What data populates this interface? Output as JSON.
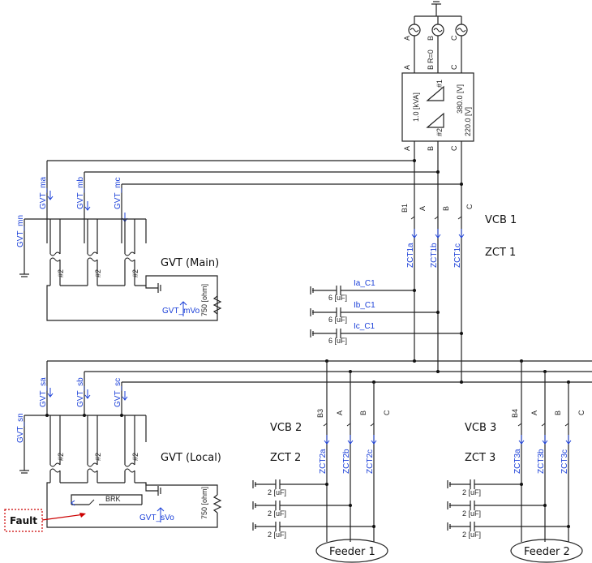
{
  "source": {
    "phase_a": "A",
    "phase_b": "B",
    "phase_c": "C",
    "r_label": "R=0"
  },
  "transformer": {
    "rating": "1.0 [kVA]",
    "primary_voltage": "380.0 [V]",
    "secondary_voltage": "220.0 [V]",
    "winding1": "#1",
    "winding2": "#2"
  },
  "gvt_main": {
    "title": "GVT (Main)",
    "probes": [
      "GVT_ma",
      "GVT_mb",
      "GVT_mc"
    ],
    "neutral_probe": "GVT_mn",
    "vo_probe": "GVT_mVo",
    "resistor": "750 [ohm]",
    "winding_label": "#2"
  },
  "gvt_local": {
    "title": "GVT (Local)",
    "probes": [
      "GVT_sa",
      "GVT_sb",
      "GVT_sc"
    ],
    "neutral_probe": "GVT_sn",
    "vo_probe": "GVT_sVo",
    "resistor": "750 [ohm]",
    "winding_label": "#2",
    "breaker": "BRK"
  },
  "vcb1": {
    "label": "VCB 1",
    "zct_label": "ZCT 1",
    "breaker": "B1",
    "cts": [
      "ZCT1a",
      "ZCT1b",
      "ZCT1c"
    ],
    "capacitors": [
      {
        "probe": "Ia_C1",
        "value": "6 [uF]"
      },
      {
        "probe": "Ib_C1",
        "value": "6 [uF]"
      },
      {
        "probe": "Ic_C1",
        "value": "6 [uF]"
      }
    ]
  },
  "vcb2": {
    "label": "VCB 2",
    "zct_label": "ZCT 2",
    "breaker": "B3",
    "cts": [
      "ZCT2a",
      "ZCT2b",
      "ZCT2c"
    ],
    "cap_value": "2 [uF]"
  },
  "vcb3": {
    "label": "VCB 3",
    "zct_label": "ZCT 3",
    "breaker": "B4",
    "cts": [
      "ZCT3a",
      "ZCT3b",
      "ZCT3c"
    ],
    "cap_value": "2 [uF]"
  },
  "feeders": [
    "Feeder 1",
    "Feeder 2"
  ],
  "fault_label": "Fault",
  "colors": {
    "probe": "#1a3fd8",
    "fault_arrow": "#cc0000",
    "wire": "#222222"
  }
}
